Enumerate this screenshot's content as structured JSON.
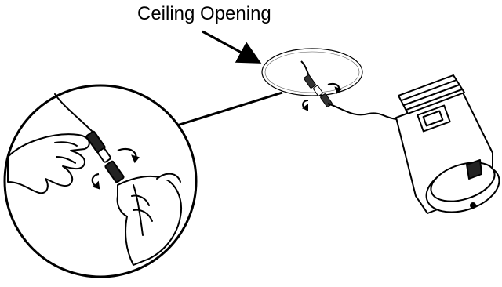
{
  "diagram": {
    "callout_label": "Ceiling Opening",
    "line_color": "#000000",
    "background": "#ffffff",
    "icons": [
      "ceiling-opening-ellipse",
      "cable-connector-icon",
      "magnified-hands-connecting-cable",
      "pointing-hand-icon",
      "rotation-arrow-icon",
      "camera-housing-icon"
    ]
  }
}
